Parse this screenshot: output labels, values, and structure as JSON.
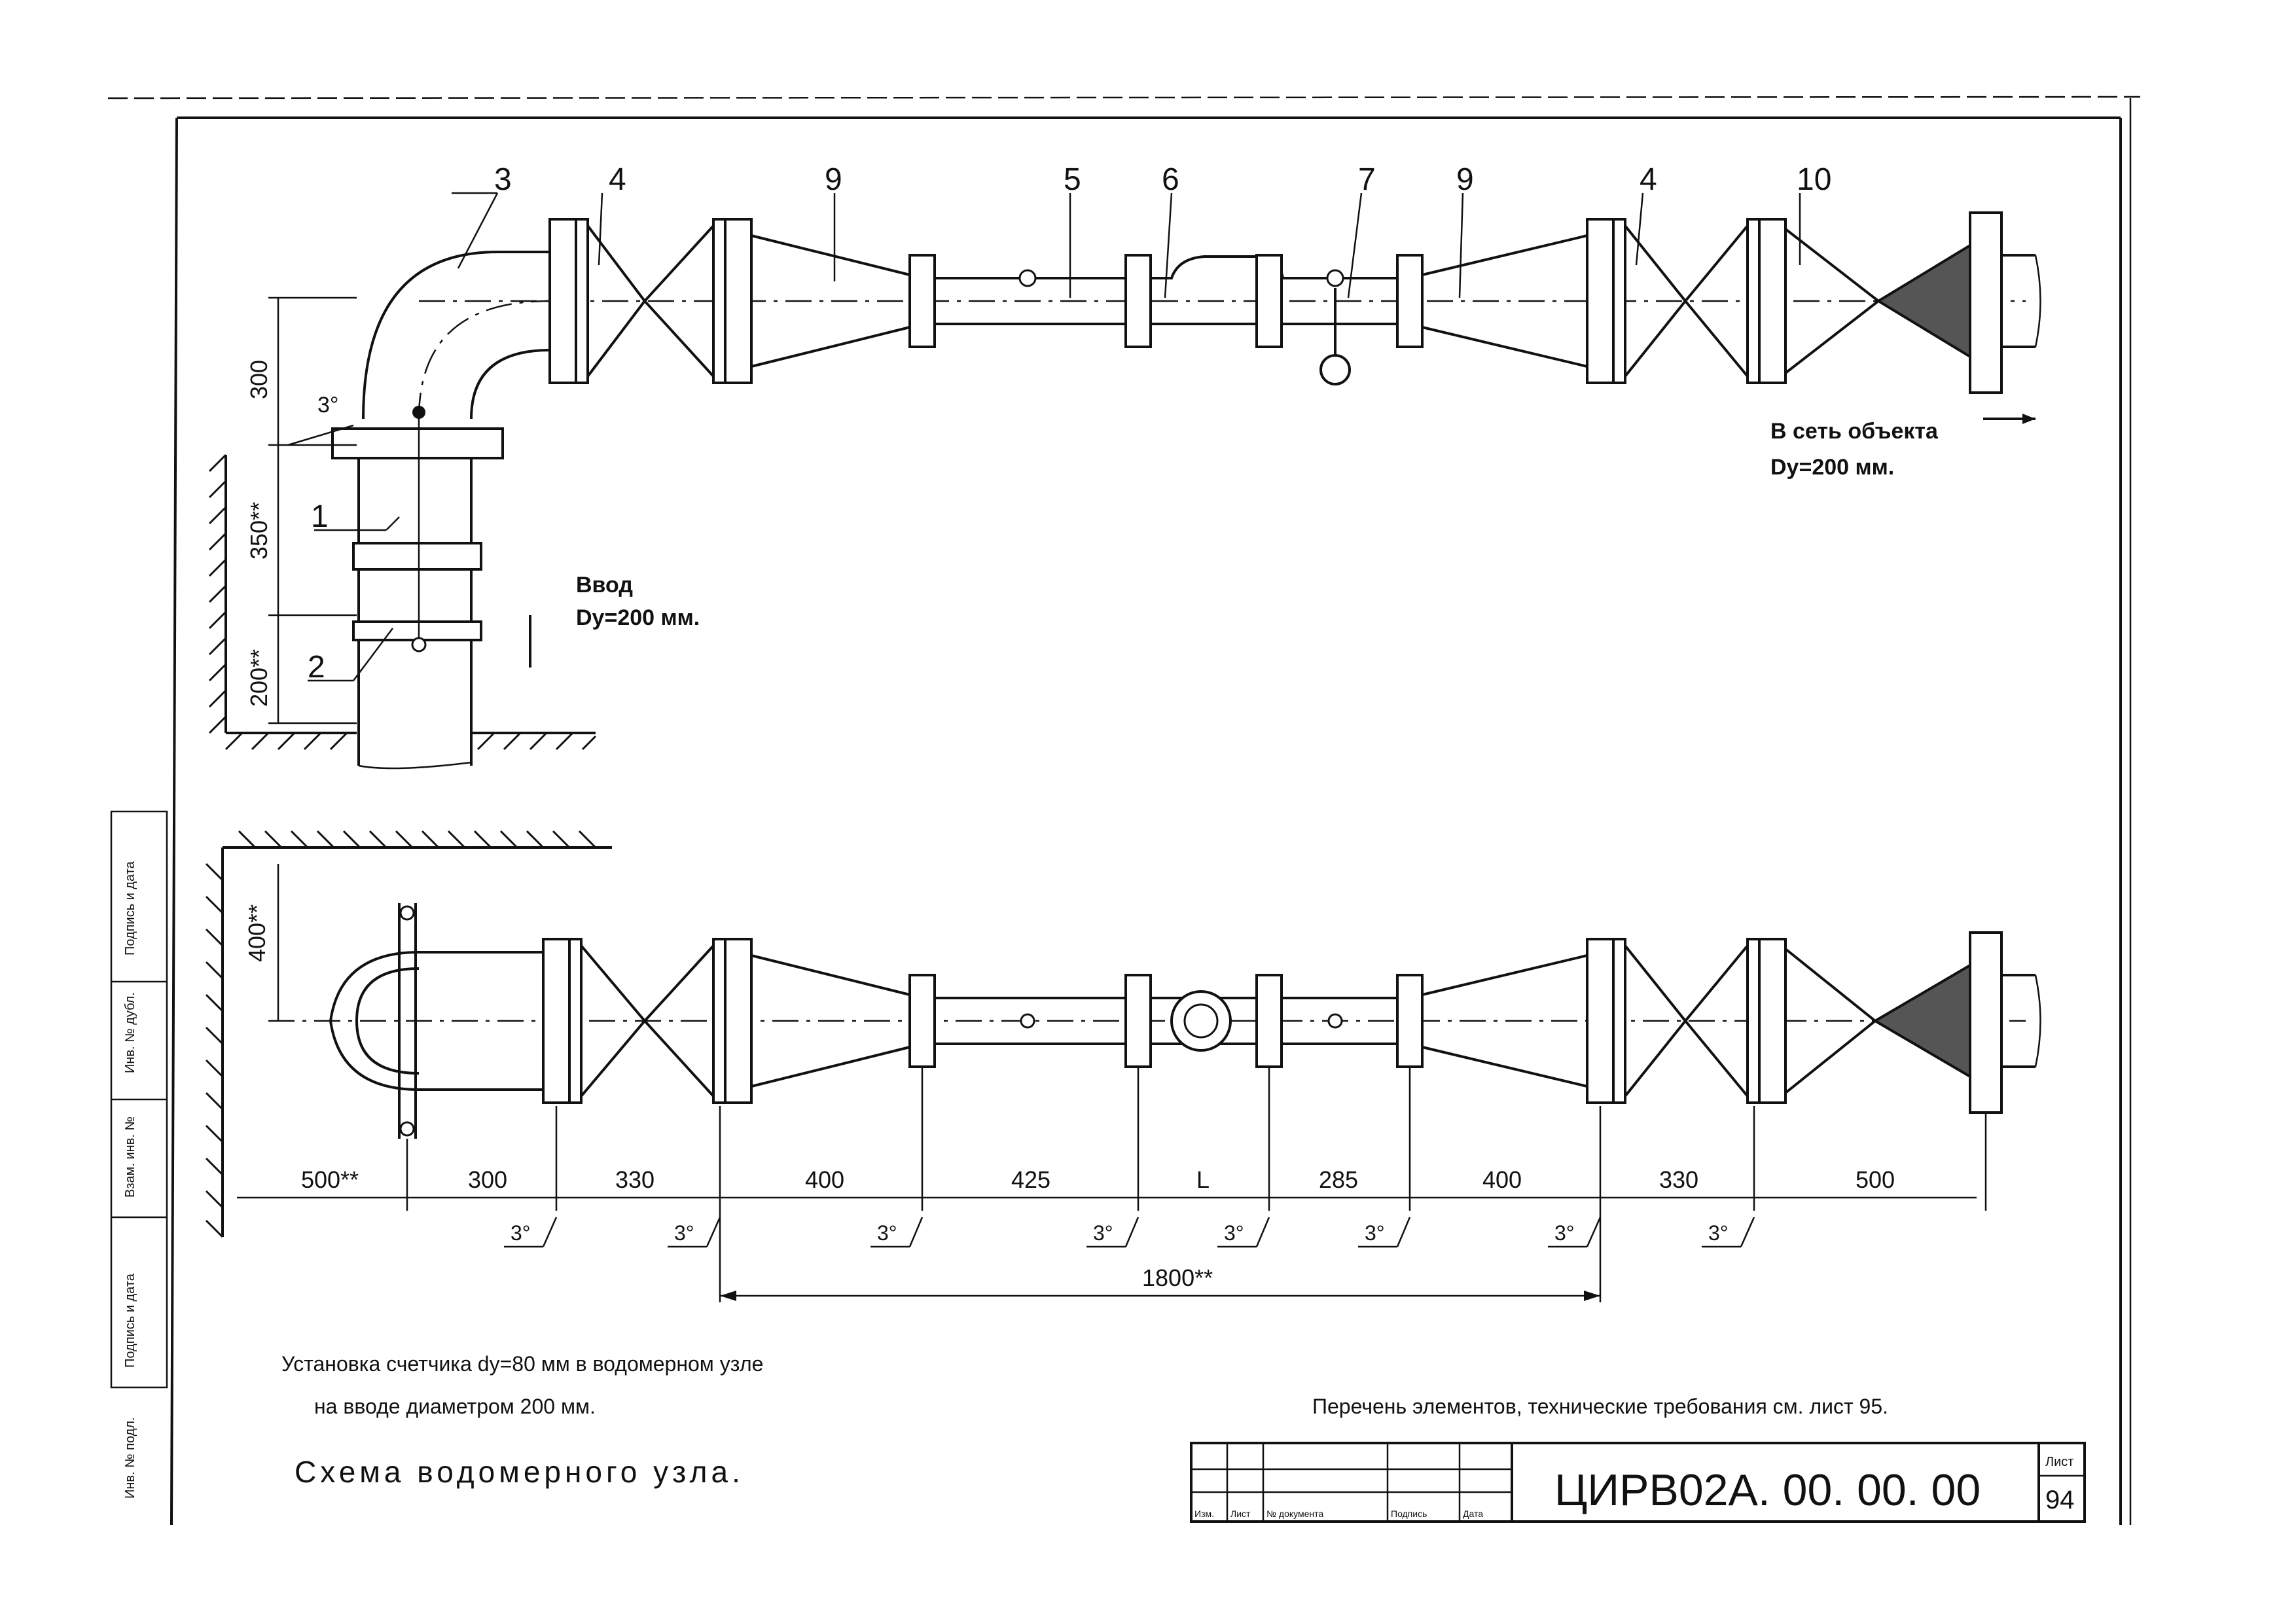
{
  "top_callouts": {
    "c3": "3",
    "c4a": "4",
    "c9a": "9",
    "c5": "5",
    "c6": "6",
    "c7": "7",
    "c9b": "9",
    "c4b": "4",
    "c10": "10"
  },
  "left_callouts": {
    "c1": "1",
    "c2": "2"
  },
  "vertical_dims": {
    "d300": "300",
    "d350": "350**",
    "d200": "200**",
    "d400": "400**"
  },
  "angle_label": "3°",
  "input_label": {
    "line1": "Ввод",
    "line2": "Dy=200 мм."
  },
  "output_label": {
    "line1": "В сеть объекта",
    "line2": "Dy=200 мм."
  },
  "bottom_dims": [
    "500**",
    "300",
    "330",
    "400",
    "425",
    "L",
    "285",
    "400",
    "330",
    "500"
  ],
  "overall_dim": "1800**",
  "notes": {
    "install_line1": "Установка счетчика dy=80 мм в водомерном узле",
    "install_line2": "на вводе диаметром 200 мм.",
    "scheme_title": "Схема водомерного узла.",
    "reference": "Перечень элементов, технические требования см. лист 95."
  },
  "stamp": {
    "doc_code": "ЦИРВ02А. 00. 00. 00",
    "sheet_label": "Лист",
    "sheet_number": "94",
    "columns": [
      "Изм.",
      "Лист",
      "№ документа",
      "Подпись",
      "Дата"
    ]
  },
  "side_stamp": [
    "Подпись и дата",
    "Инв. № дубл.",
    "Взам. инв. №",
    "Подпись и дата",
    "Инв. № подл."
  ]
}
